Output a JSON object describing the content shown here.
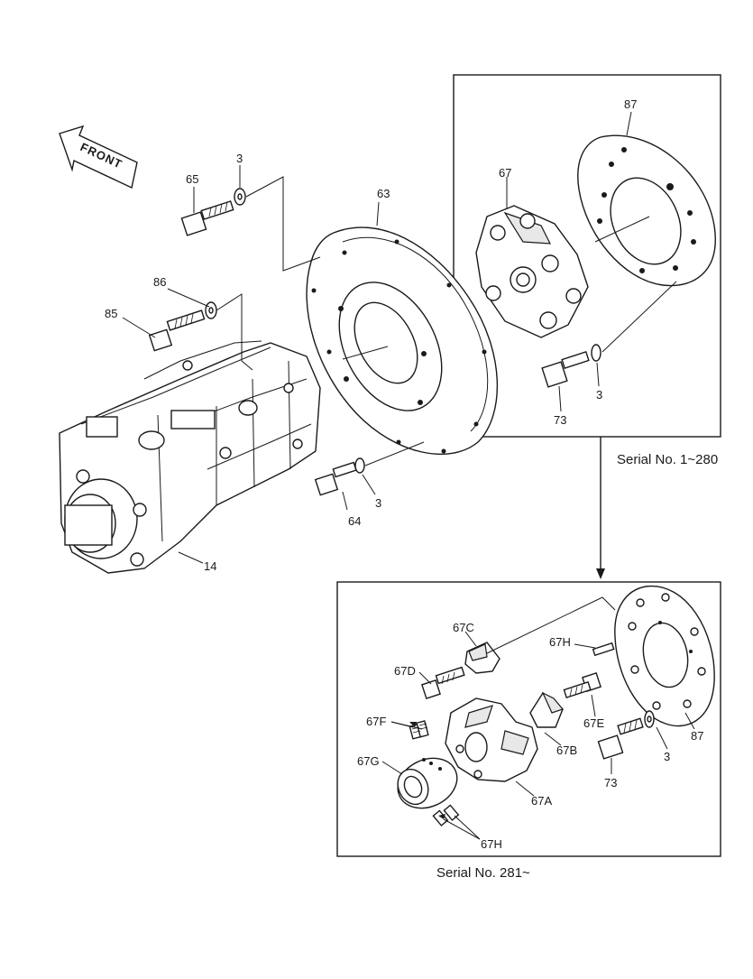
{
  "labels": {
    "front": "FRONT",
    "p3a": "3",
    "p3b": "3",
    "p3c": "3",
    "p3d": "3",
    "p14": "14",
    "p63": "63",
    "p64": "64",
    "p65": "65",
    "p67": "67",
    "p73a": "73",
    "p73b": "73",
    "p85": "85",
    "p86": "86",
    "p87a": "87",
    "p87b": "87",
    "p67A": "67A",
    "p67B": "67B",
    "p67C": "67C",
    "p67D": "67D",
    "p67E": "67E",
    "p67F": "67F",
    "p67G": "67G",
    "p67H_top": "67H",
    "p67H_bot": "67H"
  },
  "captions": {
    "serial_upper": "Serial No. 1~280",
    "serial_lower": "Serial No. 281~"
  }
}
